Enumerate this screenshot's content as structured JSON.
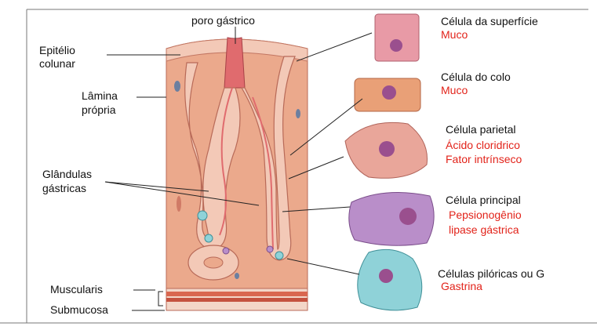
{
  "labels": {
    "poro": "poro gástrico",
    "epitelio_1": "Epitélio",
    "epitelio_2": "colunar",
    "lamina_1": "Lâmina",
    "lamina_2": "própria",
    "glandulas_1": "Glândulas",
    "glandulas_2": "gástricas",
    "muscularis": "Muscularis",
    "submucosa": "Submucosa"
  },
  "cells": [
    {
      "name": "Célula da superfície",
      "products": [
        "Muco"
      ],
      "color": "#e89aa6"
    },
    {
      "name": "Célula do colo",
      "products": [
        "Muco"
      ],
      "color": "#e9a077"
    },
    {
      "name": "Célula parietal",
      "products": [
        "Ácido cloridrico",
        "Fator intrínseco"
      ],
      "color": "#e9a69a"
    },
    {
      "name": "Célula principal",
      "products": [
        "Pepsionogênio",
        "lipase gástrica"
      ],
      "color": "#b98ec9"
    },
    {
      "name": "Células pilóricas ou G",
      "products": [
        "Gastrina"
      ],
      "color": "#8fd2d8"
    }
  ],
  "colors": {
    "tissue": "#eba98c",
    "epithelium": "#f3c9b7",
    "lumen": "#e06b6e",
    "nucleus": "#9a4f8e",
    "muscle": "#d9664f",
    "product_text": "#e2231a"
  }
}
